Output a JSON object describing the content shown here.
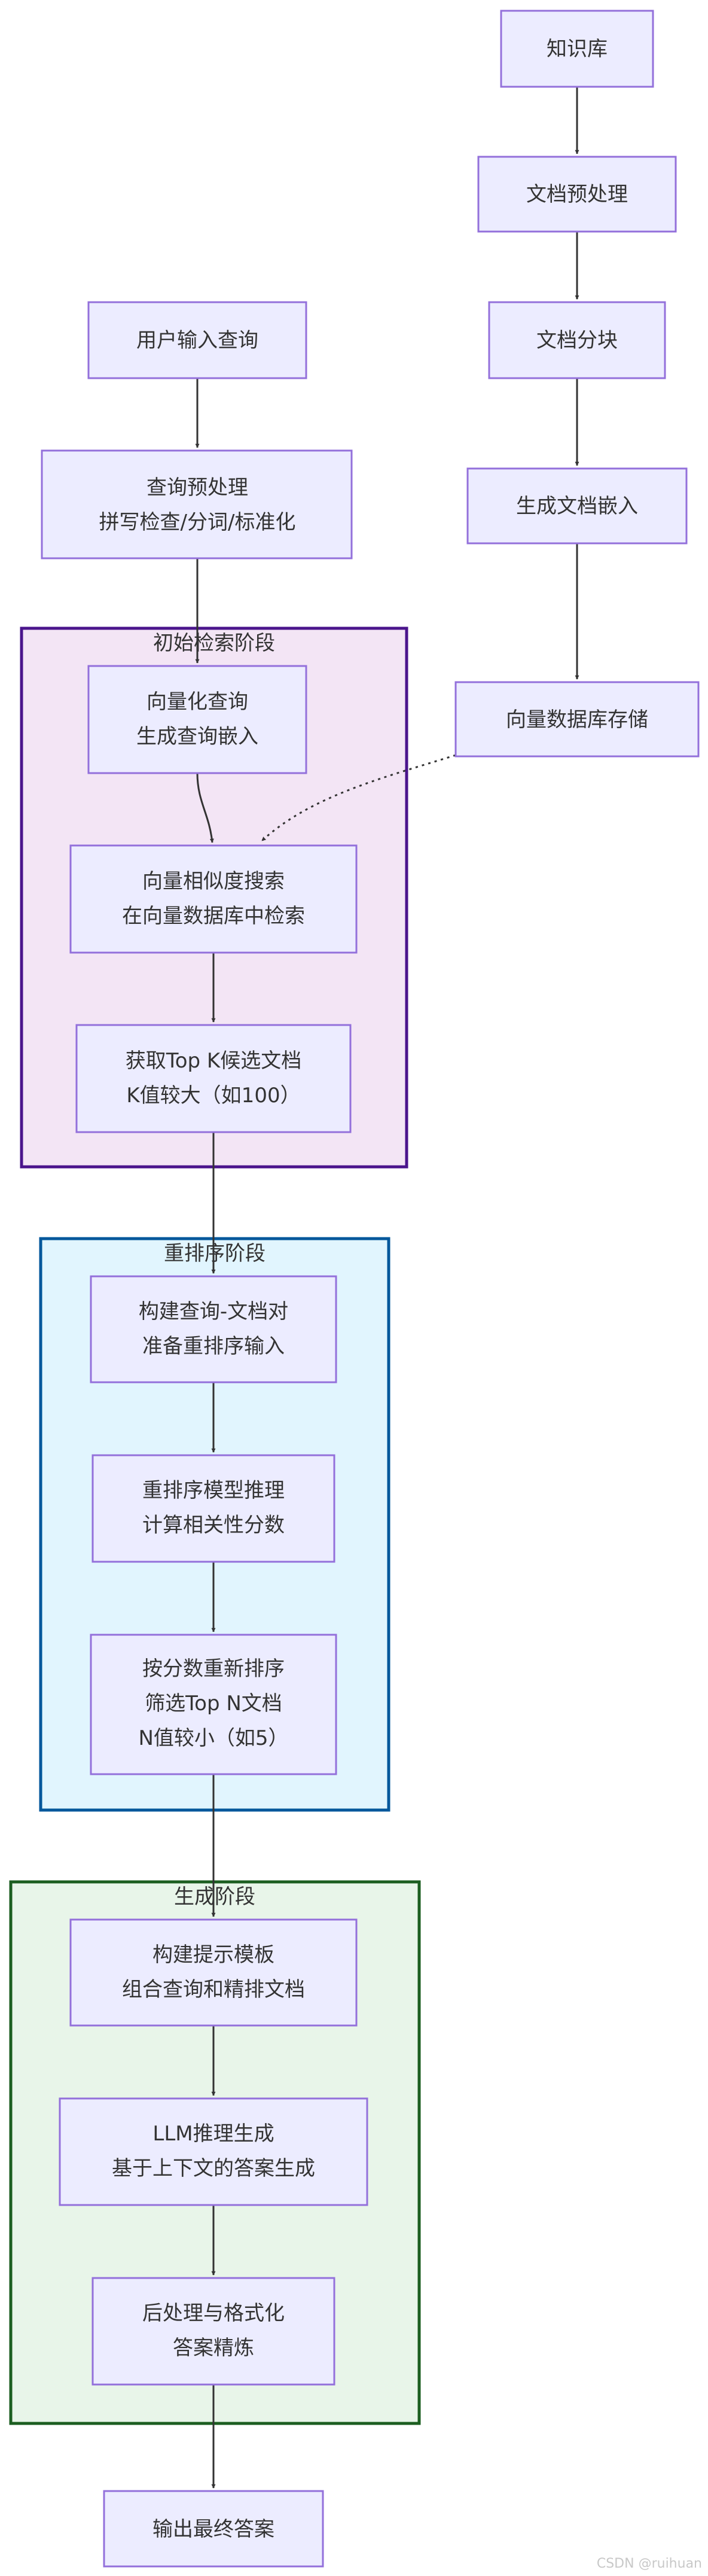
{
  "clusters": {
    "retrieval": {
      "title": "初始检索阶段",
      "fill": "#f3e5f5",
      "stroke": "#4a148c"
    },
    "rerank": {
      "title": "重排序阶段",
      "fill": "#e1f5fe",
      "stroke": "#01579b"
    },
    "generation": {
      "title": "生成阶段",
      "fill": "#e8f5e9",
      "stroke": "#1b5e20"
    }
  },
  "nodes": {
    "kb": [
      "知识库"
    ],
    "doc_pre": [
      "文档预处理"
    ],
    "doc_chunk": [
      "文档分块"
    ],
    "doc_embed": [
      "生成文档嵌入"
    ],
    "vec_store": [
      "向量数据库存储"
    ],
    "user_query": [
      "用户输入查询"
    ],
    "query_pre": [
      "查询预处理",
      "拼写检查/分词/标准化"
    ],
    "vectorize": [
      "向量化查询",
      "生成查询嵌入"
    ],
    "sim_search": [
      "向量相似度搜索",
      "在向量数据库中检索"
    ],
    "topk": [
      "获取Top K候选文档",
      "K值较大（如100）"
    ],
    "build_pairs": [
      "构建查询-文档对",
      "准备重排序输入"
    ],
    "rerank_infer": [
      "重排序模型推理",
      "计算相关性分数"
    ],
    "resort": [
      "按分数重新排序",
      "筛选Top N文档",
      "N值较小（如5）"
    ],
    "prompt": [
      "构建提示模板",
      "组合查询和精排文档"
    ],
    "llm": [
      "LLM推理生成",
      "基于上下文的答案生成"
    ],
    "post": [
      "后处理与格式化",
      "答案精炼"
    ],
    "output": [
      "输出最终答案"
    ]
  },
  "watermark": "CSDN @ruihuan"
}
